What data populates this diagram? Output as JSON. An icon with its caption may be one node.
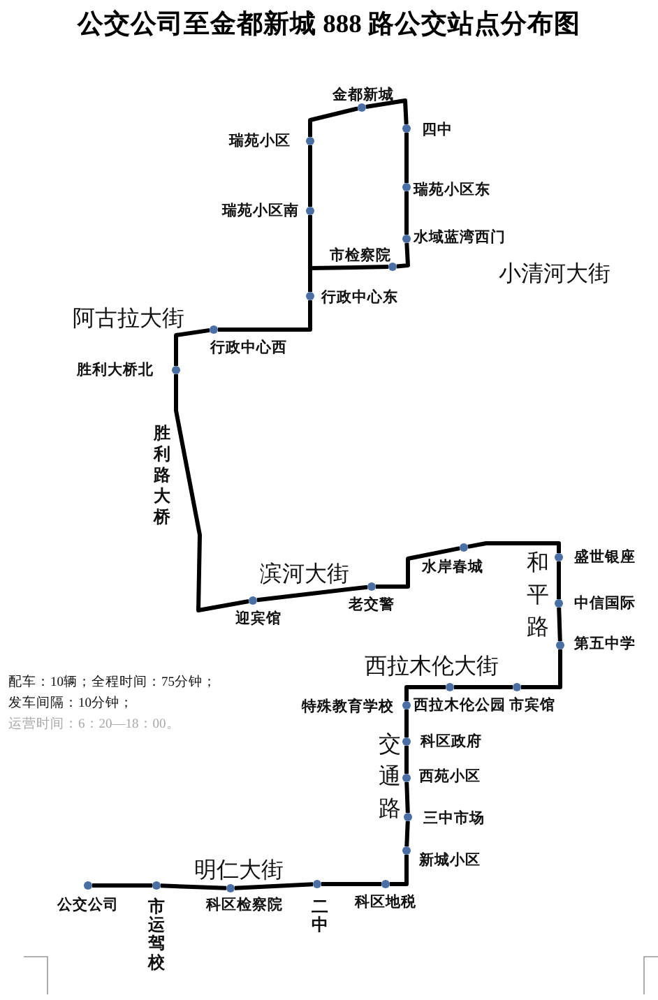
{
  "diagram": {
    "title": "公交公司至金都新城 888 路公交站点分布图",
    "nodes": [
      {
        "text": [
          "公交公司"
        ]
      },
      {
        "text": [
          "市运驾校"
        ]
      },
      {
        "text": [
          "科区检察院"
        ]
      },
      {
        "text": [
          "二中"
        ]
      },
      {
        "text": [
          "科区地税"
        ]
      },
      {
        "text": [
          "新城小区"
        ]
      },
      {
        "text": [
          "三中市场"
        ]
      },
      {
        "text": [
          "西苑小区"
        ]
      },
      {
        "text": [
          "科区政府"
        ]
      },
      {
        "text": [
          "特殊教育学校"
        ]
      },
      {
        "text": [
          "西拉木伦公园"
        ]
      },
      {
        "text": [
          "市宾馆"
        ]
      },
      {
        "text": [
          "第五中学"
        ]
      },
      {
        "text": [
          "中信国际"
        ]
      },
      {
        "text": [
          "盛世银座"
        ]
      },
      {
        "text": [
          "水岸春城"
        ]
      },
      {
        "text": [
          "老交警"
        ]
      },
      {
        "text": [
          "迎宾馆"
        ]
      },
      {
        "text": [
          "胜利大桥北"
        ]
      },
      {
        "text": [
          "行政中心西"
        ]
      },
      {
        "text": [
          "行政中心东"
        ]
      },
      {
        "text": [
          "市检察院"
        ]
      },
      {
        "text": [
          "水域蓝湾西门"
        ]
      },
      {
        "text": [
          "瑞苑小区东"
        ]
      },
      {
        "text": [
          "四中"
        ]
      },
      {
        "text": [
          "金都新城"
        ]
      },
      {
        "text": [
          "瑞苑小区"
        ]
      },
      {
        "text": [
          "瑞苑小区南"
        ]
      }
    ],
    "edges": [
      {
        "from": 0,
        "to": 1,
        "arrow": "none"
      },
      {
        "from": 1,
        "to": 2,
        "arrow": "none"
      },
      {
        "from": 2,
        "to": 3,
        "arrow": "none"
      },
      {
        "from": 3,
        "to": 4,
        "arrow": "none"
      },
      {
        "from": 4,
        "to": 5,
        "arrow": "none"
      },
      {
        "from": 5,
        "to": 6,
        "arrow": "none"
      },
      {
        "from": 6,
        "to": 7,
        "arrow": "none"
      },
      {
        "from": 7,
        "to": 8,
        "arrow": "none"
      },
      {
        "from": 8,
        "to": 9,
        "arrow": "none"
      },
      {
        "from": 9,
        "to": 10,
        "arrow": "none"
      },
      {
        "from": 10,
        "to": 11,
        "arrow": "none"
      },
      {
        "from": 11,
        "to": 12,
        "arrow": "none"
      },
      {
        "from": 12,
        "to": 13,
        "arrow": "none"
      },
      {
        "from": 13,
        "to": 14,
        "arrow": "none"
      },
      {
        "from": 14,
        "to": 15,
        "arrow": "none"
      },
      {
        "from": 15,
        "to": 16,
        "arrow": "none"
      },
      {
        "from": 16,
        "to": 17,
        "arrow": "none"
      },
      {
        "from": 17,
        "to": 18,
        "arrow": "none"
      },
      {
        "from": 18,
        "to": 19,
        "arrow": "none"
      },
      {
        "from": 19,
        "to": 20,
        "arrow": "none"
      },
      {
        "from": 20,
        "to": 21,
        "arrow": "none"
      },
      {
        "from": 21,
        "to": 22,
        "arrow": "none"
      },
      {
        "from": 22,
        "to": 23,
        "arrow": "none"
      },
      {
        "from": 23,
        "to": 24,
        "arrow": "none"
      },
      {
        "from": 24,
        "to": 25,
        "arrow": "none"
      },
      {
        "from": 25,
        "to": 26,
        "arrow": "none"
      },
      {
        "from": 26,
        "to": 27,
        "arrow": "none"
      },
      {
        "from": 27,
        "to": 20,
        "arrow": "none"
      }
    ],
    "labels": [
      "小清河大街",
      "阿古拉大街",
      "胜利路大桥",
      "滨河大街",
      "和平路",
      "西拉木伦大街",
      "配车：10辆；全程时间：75分钟；",
      "发车间隔：10分钟；",
      "运营时间：6：20—18：00。",
      "交通路",
      "明仁大街"
    ]
  }
}
